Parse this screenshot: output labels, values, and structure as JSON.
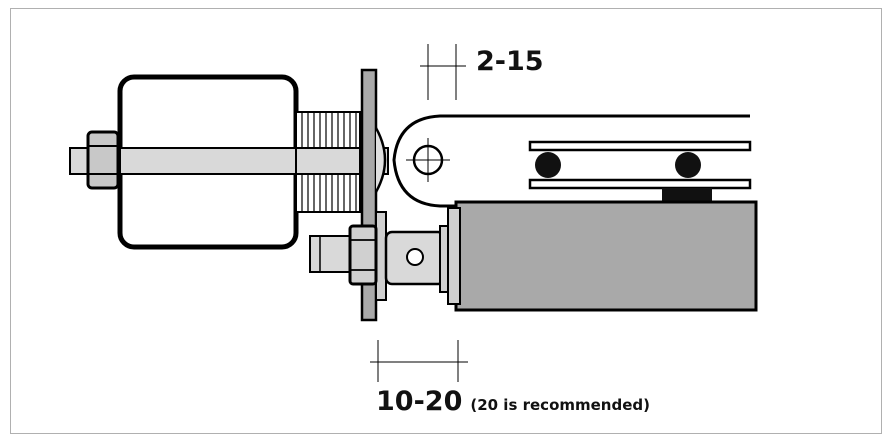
{
  "diagram": {
    "dimension_top": "2-15",
    "dimension_bottom": "10-20",
    "dimension_bottom_note": "(20 is recommended)"
  },
  "colors": {
    "steel_grey": "#a9a9a9",
    "light_grey": "#d9d9d9",
    "outline": "#000000"
  }
}
